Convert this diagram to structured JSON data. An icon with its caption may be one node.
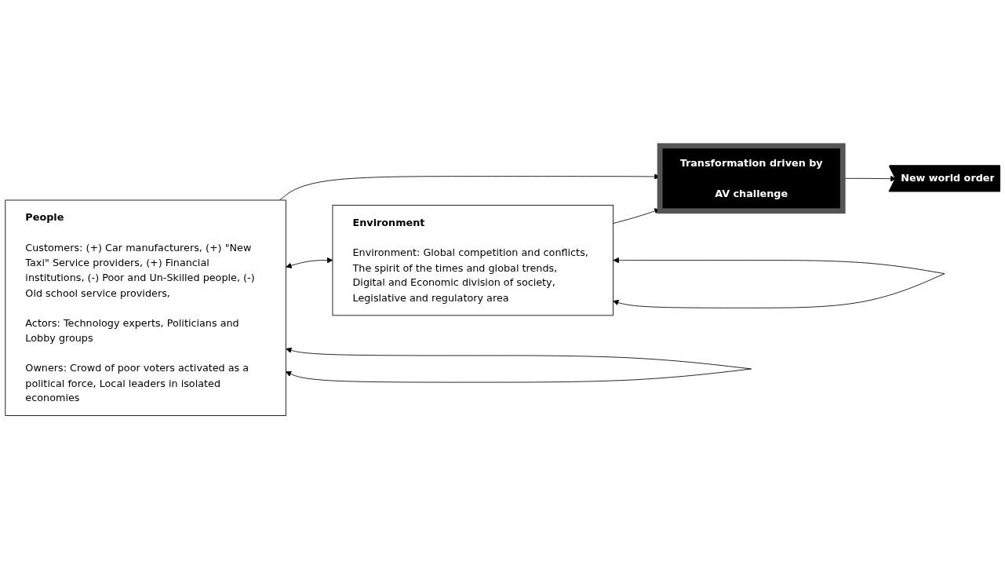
{
  "diagram": {
    "nodes": [
      {
        "text": [
          "People",
          "Customers: (+) Car manufacturers, (+) \"New Taxi\" Service providers, (+) Financial institutions, (-) Poor and Un-Skilled people, (-) Old school service providers,",
          "Actors: Technology experts, Politicians and Lobby groups",
          "Owners: Crowd of poor voters activated as a political force, Local leaders in isolated economies"
        ]
      },
      {
        "text": [
          "Environment",
          "Environment: Global competition and conflicts, The spirit of the times and global trends, Digital and Economic division of society, Legislative and regulatory area"
        ]
      },
      {
        "text": [
          "Transformation driven by",
          "AV challenge"
        ]
      },
      {
        "text": [
          "New world order"
        ]
      }
    ],
    "edges": [
      {
        "from": 0,
        "to": 2,
        "arrow": "to"
      },
      {
        "from": 1,
        "to": 2,
        "arrow": "to"
      },
      {
        "from": 2,
        "to": 3,
        "arrow": "to"
      },
      {
        "from": 0,
        "to": 1,
        "arrow": "both"
      },
      {
        "from": 0,
        "to": 0,
        "arrow": "both"
      },
      {
        "from": 1,
        "to": 1,
        "arrow": "both"
      }
    ]
  }
}
